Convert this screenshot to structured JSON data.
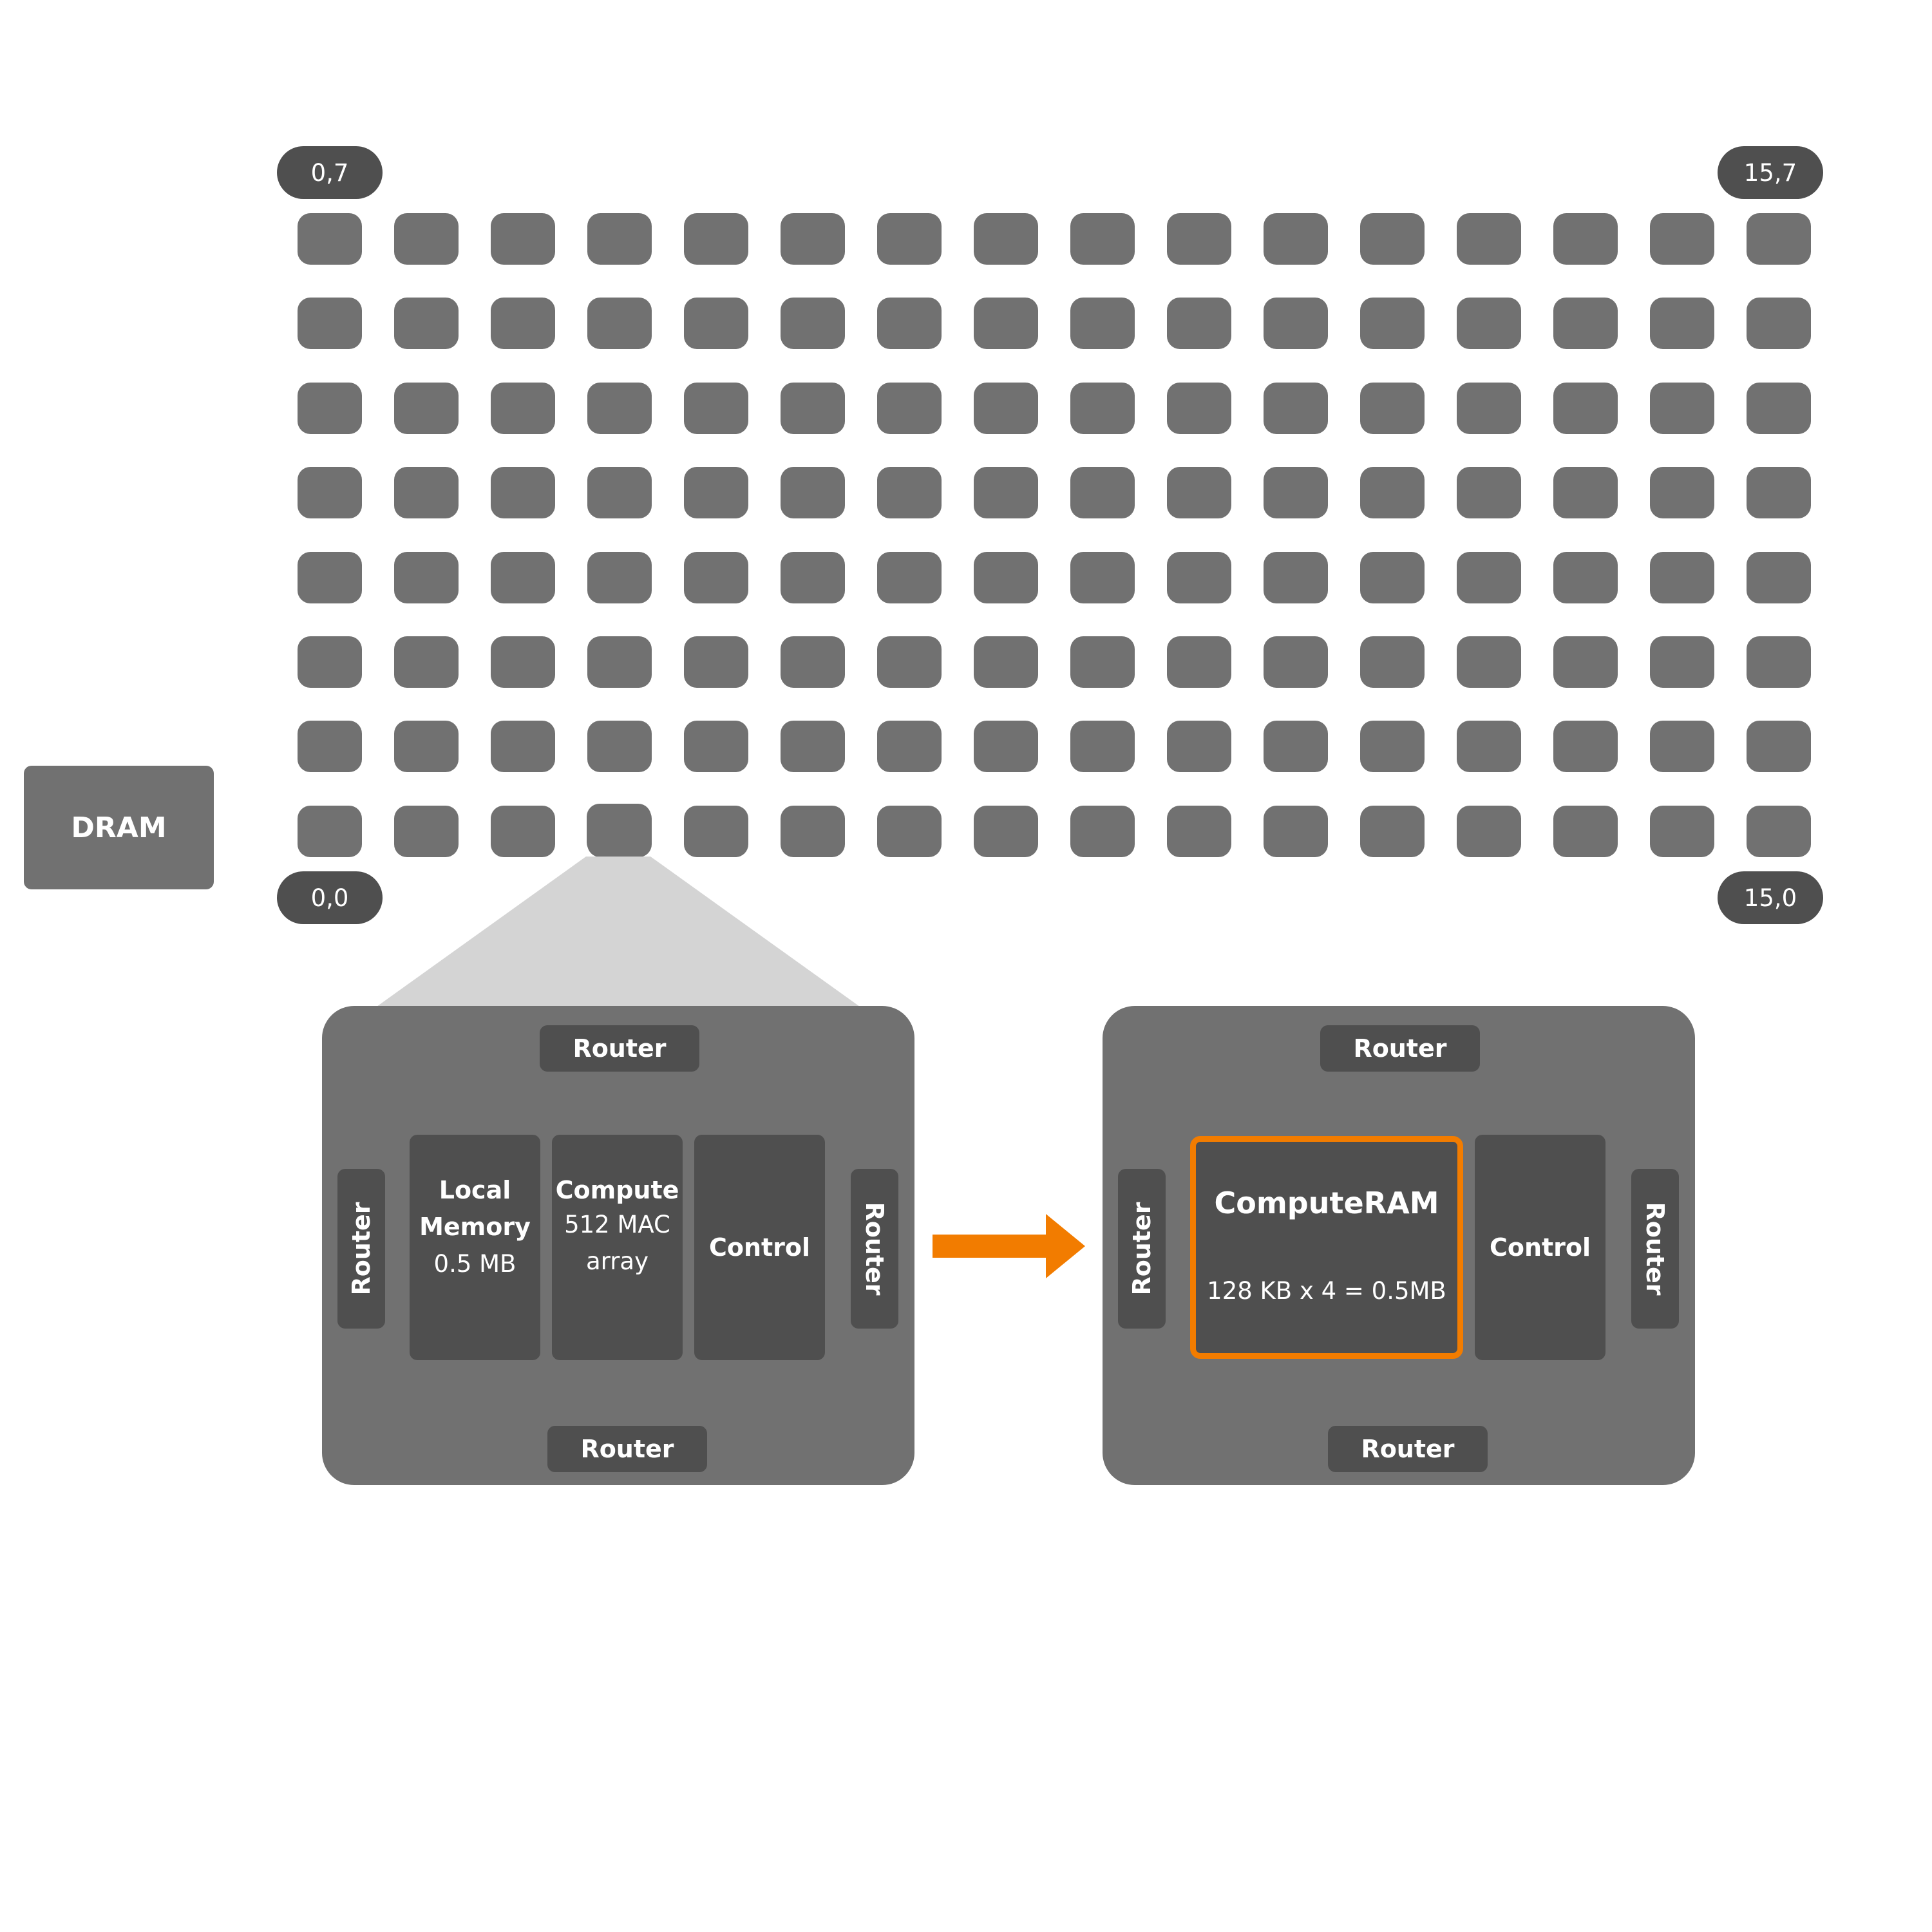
{
  "dram_label": "DRAM",
  "corners": {
    "top_left": "0,7",
    "top_right": "15,7",
    "bottom_left": "0,0",
    "bottom_right": "15,0"
  },
  "grid": {
    "columns": 16,
    "rows": 8
  },
  "tile_before": {
    "router_top": "Router",
    "router_bottom": "Router",
    "router_left": "Router",
    "router_right": "Router",
    "local_memory_title_1": "Local",
    "local_memory_title_2": "Memory",
    "local_memory_size": "0.5 MB",
    "compute_title": "Compute",
    "compute_line_1": "512 MAC",
    "compute_line_2": "array",
    "control_title": "Control"
  },
  "tile_after": {
    "router_top": "Router",
    "router_bottom": "Router",
    "router_left": "Router",
    "router_right": "Router",
    "computeram_title": "ComputeRAM",
    "computeram_size": "128 KB x 4 = 0.5MB",
    "control_title": "Control"
  },
  "colors": {
    "tile": "#717171",
    "dark": "#4f4f4f",
    "accent": "#f27c00",
    "zoom": "#d4d4d4"
  }
}
